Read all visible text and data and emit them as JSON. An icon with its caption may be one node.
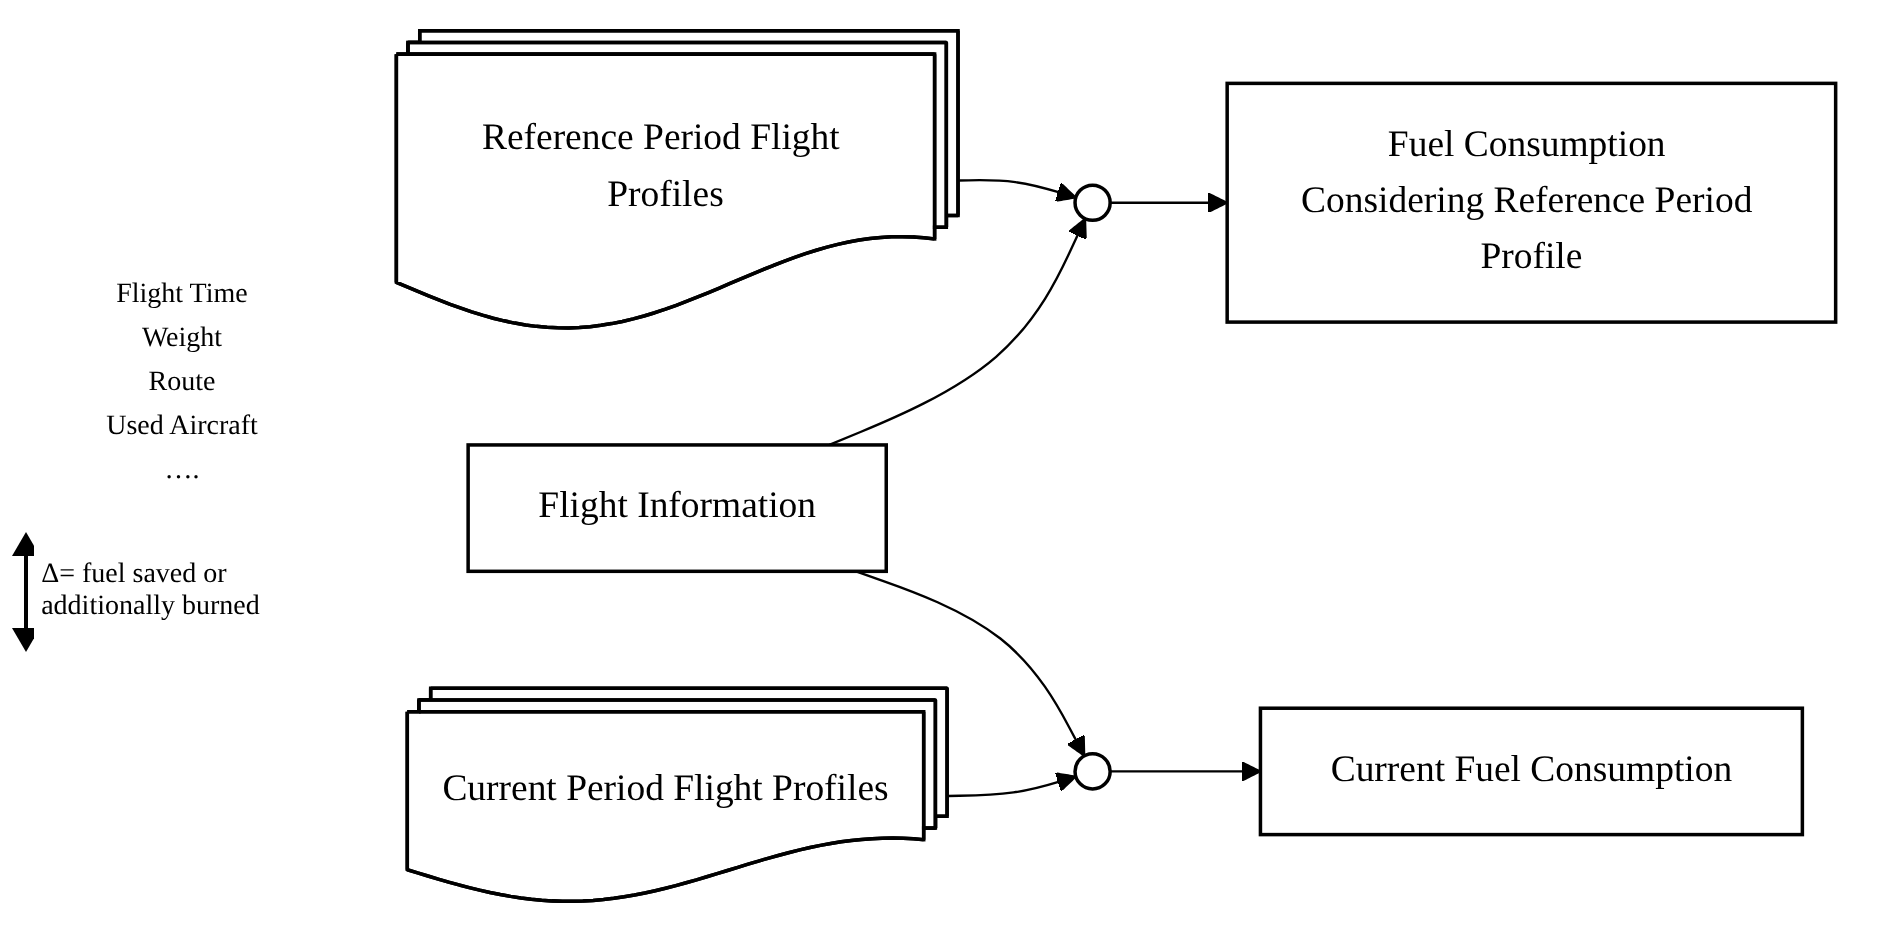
{
  "diagram": {
    "nodes": [
      {
        "text": [
          "Flight Information"
        ]
      },
      {
        "text": [
          "Reference Period Flight Profiles"
        ]
      },
      {
        "text": [],
        "shape": "circle"
      },
      {
        "text": [
          "Fuel Consumption Considering Reference Period Profile"
        ]
      },
      {
        "text": [],
        "shape": "circle"
      },
      {
        "text": [
          "Current Period Flight Profiles"
        ]
      },
      {
        "text": [
          "Current Fuel Consumption"
        ]
      }
    ],
    "edges": [
      {
        "from": 0,
        "to": 2,
        "arrow": "to"
      },
      {
        "from": 1,
        "to": 2,
        "arrow": "to"
      },
      {
        "from": 2,
        "to": 3,
        "arrow": "to"
      },
      {
        "from": 0,
        "to": 4,
        "arrow": "to"
      },
      {
        "from": 5,
        "to": 4,
        "arrow": "to"
      },
      {
        "from": 4,
        "to": 6,
        "arrow": "to"
      }
    ],
    "labels": [
      "Flight Time",
      "Weight",
      "Route",
      "Used Aircraft",
      "….",
      "Δ= fuel saved or additionally burned"
    ]
  }
}
